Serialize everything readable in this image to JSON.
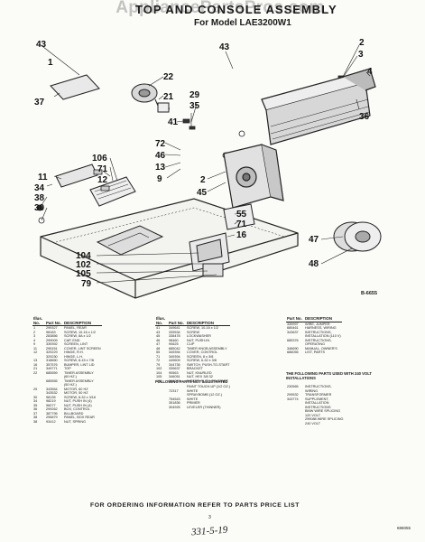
{
  "watermark": "AppliancePartsPros.com",
  "title": "TOP AND CONSOLE ASSEMBLY",
  "subtitle": "For Model LAE3200W1",
  "diagram_code": "B-6655",
  "callouts": [
    {
      "id": "43a",
      "label": "43"
    },
    {
      "id": "1a",
      "label": "1"
    },
    {
      "id": "37",
      "label": "37"
    },
    {
      "id": "22",
      "label": "22"
    },
    {
      "id": "21",
      "label": "21"
    },
    {
      "id": "43b",
      "label": "43"
    },
    {
      "id": "41",
      "label": "41"
    },
    {
      "id": "29",
      "label": "29"
    },
    {
      "id": "35",
      "label": "35"
    },
    {
      "id": "2a",
      "label": "2"
    },
    {
      "id": "3",
      "label": "3"
    },
    {
      "id": "4",
      "label": "4"
    },
    {
      "id": "36",
      "label": "36"
    },
    {
      "id": "72",
      "label": "72"
    },
    {
      "id": "46",
      "label": "46"
    },
    {
      "id": "13",
      "label": "13"
    },
    {
      "id": "9",
      "label": "9"
    },
    {
      "id": "106",
      "label": "106"
    },
    {
      "id": "71a",
      "label": "71"
    },
    {
      "id": "12",
      "label": "12"
    },
    {
      "id": "11",
      "label": "11"
    },
    {
      "id": "34",
      "label": "34"
    },
    {
      "id": "38",
      "label": "38"
    },
    {
      "id": "30",
      "label": "30"
    },
    {
      "id": "2b",
      "label": "2"
    },
    {
      "id": "45",
      "label": "45"
    },
    {
      "id": "55",
      "label": "55"
    },
    {
      "id": "71b",
      "label": "71"
    },
    {
      "id": "16",
      "label": "16"
    },
    {
      "id": "47",
      "label": "47"
    },
    {
      "id": "48",
      "label": "48"
    },
    {
      "id": "104",
      "label": "104"
    },
    {
      "id": "102",
      "label": "102"
    },
    {
      "id": "105",
      "label": "105"
    },
    {
      "id": "79",
      "label": "79"
    }
  ],
  "parts_table": {
    "headers": {
      "illus": "Illus. No.",
      "part": "Part No.",
      "description": "DESCRIPTION"
    },
    "column1": [
      {
        "illus": "1",
        "part": "299327",
        "desc": "PANEL, REAR"
      },
      {
        "illus": "2",
        "part": "98183",
        "desc": "SCREW, 10-16 x 1/2"
      },
      {
        "illus": "3",
        "part": "283856",
        "desc": "SCREW, 8A x 1/2"
      },
      {
        "illus": "4",
        "part": "299009",
        "desc": "CAP, END"
      },
      {
        "illus": "9",
        "part": "339392",
        "desc": "SCREEN, LINT"
      },
      {
        "illus": "11",
        "part": "295151",
        "desc": "COVER, LINT SCREEN"
      },
      {
        "illus": "12",
        "part": "329229",
        "desc": "HINGE, R.H."
      },
      {
        "illus": "",
        "part": "329230",
        "desc": "HINGE, L.H."
      },
      {
        "illus": "13",
        "part": "318650",
        "desc": "SCREW, 8-15 x 7/8"
      },
      {
        "illus": "16",
        "part": "357576",
        "desc": "BUMPER, LINT LID"
      },
      {
        "illus": "21",
        "part": "349771",
        "desc": "TOP"
      },
      {
        "illus": "22",
        "part": "685559",
        "desc": "TIMER ASSEMBLY"
      },
      {
        "illus": "",
        "part": "",
        "desc": "(60 HZ.)"
      },
      {
        "illus": "",
        "part": "685555",
        "desc": "TIMER ASSEMBLY"
      },
      {
        "illus": "",
        "part": "",
        "desc": "(50 HZ.)"
      },
      {
        "illus": "29",
        "part": "343554",
        "desc": "MOTOR, 60 HZ"
      },
      {
        "illus": "",
        "part": "343532",
        "desc": "MOTOR, 50 HZ"
      },
      {
        "illus": "30",
        "part": "98135",
        "desc": "SCREW, 8-32 x 3/16"
      },
      {
        "illus": "34",
        "part": "98219",
        "desc": "NUT, PUSH IN (4)"
      },
      {
        "illus": "35",
        "part": "96077",
        "desc": "NUT, PUSH IN (4)"
      },
      {
        "illus": "36",
        "part": "299262",
        "desc": "BOX, CONTROL"
      },
      {
        "illus": "37",
        "part": "387795",
        "desc": "BILLBOARD"
      },
      {
        "illus": "38",
        "part": "295879",
        "desc": "PANEL, BOX REAR"
      },
      {
        "illus": "38",
        "part": "93412",
        "desc": "NUT, SPRING"
      }
    ],
    "column2": [
      {
        "illus": "41",
        "part": "349641",
        "desc": "SCREW, 10-16 x 1/2"
      },
      {
        "illus": "43",
        "part": "339534",
        "desc": "SCREW"
      },
      {
        "illus": "45",
        "part": "338478",
        "desc": "LOCKWASHER"
      },
      {
        "illus": "46",
        "part": "98460",
        "desc": "NUT, PUSH-IN"
      },
      {
        "illus": "47",
        "part": "90625",
        "desc": "CLIP"
      },
      {
        "illus": "48",
        "part": "685042",
        "desc": "TIMER KNOB ASSEMBLY"
      },
      {
        "illus": "55",
        "part": "349394",
        "desc": "COVER, CONTROL"
      },
      {
        "illus": "71",
        "part": "349394",
        "desc": "SCREEN, 8 x 3/8"
      },
      {
        "illus": "72",
        "part": "449609",
        "desc": "SCREW, 6-32 x 3/8"
      },
      {
        "illus": "79",
        "part": "344735",
        "desc": "SWITCH, PUSH-TO-START"
      },
      {
        "illus": "102",
        "part": "339637",
        "desc": "BRACKET"
      },
      {
        "illus": "104",
        "part": "90563",
        "desc": "NUT, KNURLED"
      },
      {
        "illus": "105",
        "part": "346051",
        "desc": "NUT, HEX 3/8 32"
      },
      {
        "illus": "106",
        "part": "344089",
        "desc": "INSERT, PUSH-TO-START"
      }
    ],
    "not_illustrated_header": "FOLLOWING PARTS NOT ILLUSTRATED",
    "column2_extra": [
      {
        "illus": "",
        "part": "",
        "desc": "PAINT TOUCH-UP (1/2 OZ.)"
      },
      {
        "illus": "",
        "part": "72317",
        "desc": "WHITE"
      },
      {
        "illus": "",
        "part": "",
        "desc": "SPRAYBOMB (12 OZ.)"
      },
      {
        "illus": "",
        "part": "754543",
        "desc": "WHITE"
      },
      {
        "illus": "",
        "part": "351836",
        "desc": "PRIMER"
      },
      {
        "illus": "",
        "part": "304925",
        "desc": "LEVELER (THINNER)"
      }
    ],
    "column3": [
      {
        "part": "339997",
        "desc": "WIRE, JUMPER"
      },
      {
        "part": "685461",
        "desc": "HARNESS, WIRING"
      },
      {
        "part": "343637",
        "desc": "INSTRUCTIONS,"
      },
      {
        "part": "",
        "desc": "INSTALLATION (110 V)"
      },
      {
        "part": "685376",
        "desc": "INSTRUCTIONS,"
      },
      {
        "part": "",
        "desc": "OPERATING"
      },
      {
        "part": "346690",
        "desc": "MANUAL, OWNER'S"
      },
      {
        "part": "",
        "desc": ""
      },
      {
        "part": "686055",
        "desc": "LIST, PARTS"
      }
    ],
    "volt240_header": "THE FOLLOWING PARTS USED WITH 240 VOLT INSTALLATIONS",
    "column3_extra": [
      {
        "part": "230565",
        "desc": "INSTRUCTIONS,"
      },
      {
        "part": "",
        "desc": "WIRING"
      },
      {
        "part": "299532",
        "desc": "TRANSFORMER"
      },
      {
        "part": "343774",
        "desc": "SUPPLEMENT,"
      },
      {
        "part": "",
        "desc": "INSTALLATION"
      },
      {
        "part": "",
        "desc": "INSTRUCTIONS"
      },
      {
        "part": "",
        "desc": ""
      },
      {
        "part": "",
        "desc": "BMW WIRE SPLICING"
      },
      {
        "part": "",
        "desc": "120 VOLT"
      },
      {
        "part": "",
        "desc": "299088 WIRE SPLICING"
      },
      {
        "part": "",
        "desc": "240 VOLT"
      }
    ]
  },
  "footer": "FOR ORDERING INFORMATION REFER TO PARTS PRICE LIST",
  "page_number": "3",
  "handwritten": "331-5-19",
  "corner_code": "686055"
}
